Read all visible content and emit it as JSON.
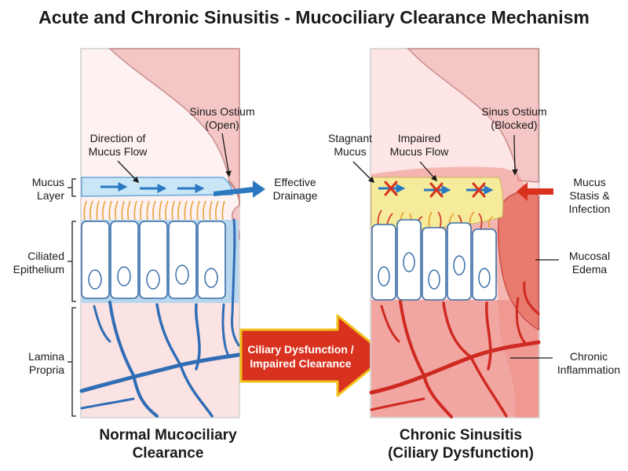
{
  "title": "Acute and Chronic Sinusitis - Mucociliary Clearance Mechanism",
  "left_panel": {
    "caption_line1": "Normal Mucociliary",
    "caption_line2": "Clearance",
    "ostium_line1": "Sinus Ostium",
    "ostium_line2": "(Open)",
    "flow_line1": "Direction of",
    "flow_line2": "Mucus Flow",
    "drainage_line1": "Effective",
    "drainage_line2": "Drainage"
  },
  "layers": {
    "mucus_line1": "Mucus",
    "mucus_line2": "Layer",
    "epithelium_line1": "Ciliated",
    "epithelium_line2": "Epithelium",
    "lamina_line1": "Lamina",
    "lamina_line2": "Propria"
  },
  "transition": {
    "line1": "Ciliary Dysfunction /",
    "line2": "Impaired Clearance"
  },
  "right_panel": {
    "caption_line1": "Chronic Sinusitis",
    "caption_line2": "(Ciliary Dysfunction)",
    "ostium_line1": "Sinus Ostium",
    "ostium_line2": "(Blocked)",
    "stagnant_line1": "Stagnant",
    "stagnant_line2": "Mucus",
    "impaired_line1": "Impaired",
    "impaired_line2": "Mucus Flow",
    "stasis_line1": "Mucus",
    "stasis_line2": "Stasis &",
    "stasis_line3": "Infection",
    "edema_line1": "Mucosal",
    "edema_line2": "Edema",
    "inflammation_line1": "Chronic",
    "inflammation_line2": "Inflammation"
  },
  "colors": {
    "mucus_normal": "#c9e6f7",
    "mucus_stagnant": "#f6eb9a",
    "vessel_normal": "#2f6db5",
    "vessel_inflamed": "#cf2a22",
    "tissue_normal": "#fbe3e3",
    "tissue_inflamed": "#f2a6a2",
    "transition_arrow": "#d8321f"
  }
}
